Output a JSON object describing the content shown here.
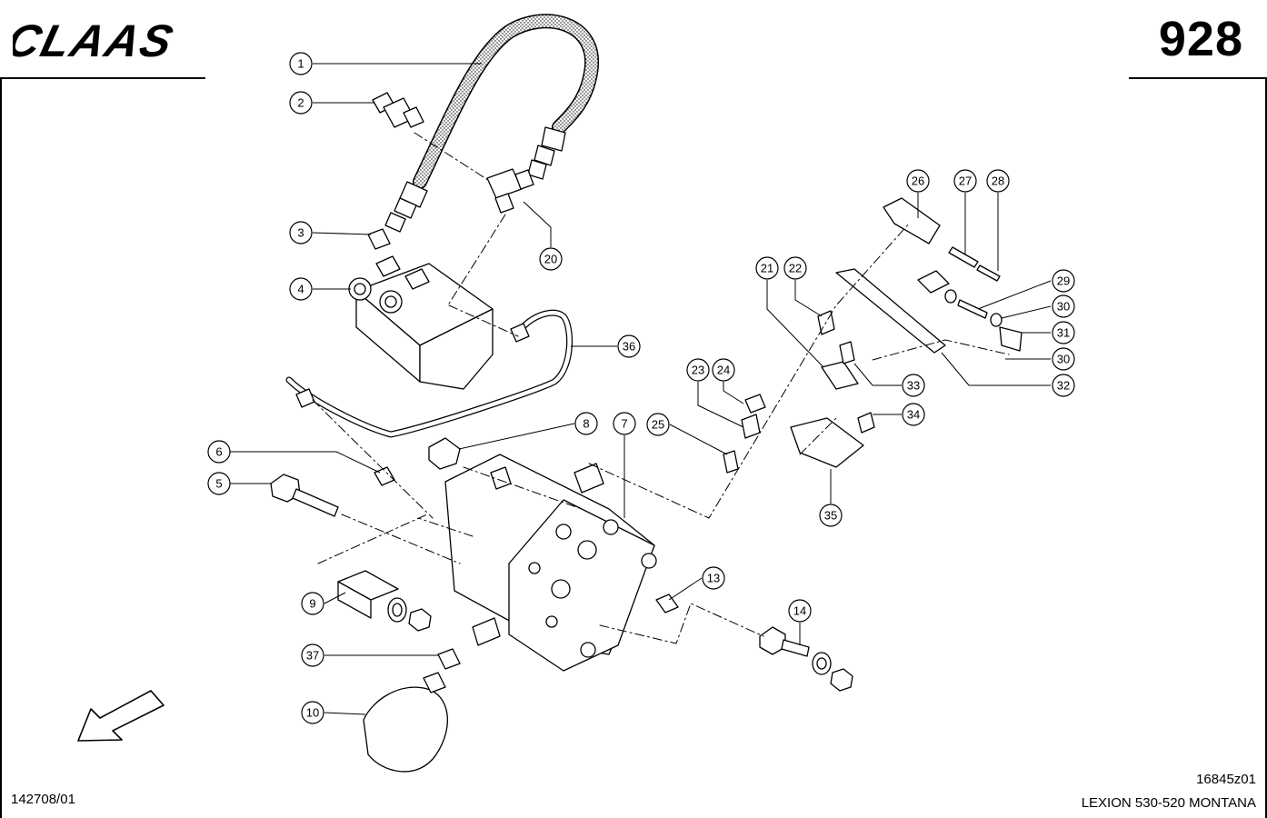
{
  "header": {
    "brand": "CLAAS",
    "page_number": "928"
  },
  "footer": {
    "doc_number": "142708/01",
    "drawing_id": "16845z01",
    "model": "LEXION 530-520 MONTANA"
  },
  "callouts": [
    {
      "id": "c1",
      "label": "1"
    },
    {
      "id": "c2",
      "label": "2"
    },
    {
      "id": "c3",
      "label": "3"
    },
    {
      "id": "c4",
      "label": "4"
    },
    {
      "id": "c5",
      "label": "5"
    },
    {
      "id": "c6",
      "label": "6"
    },
    {
      "id": "c7",
      "label": "7"
    },
    {
      "id": "c8",
      "label": "8"
    },
    {
      "id": "c9",
      "label": "9"
    },
    {
      "id": "c10",
      "label": "10"
    },
    {
      "id": "c13",
      "label": "13"
    },
    {
      "id": "c14",
      "label": "14"
    },
    {
      "id": "c20",
      "label": "20"
    },
    {
      "id": "c21",
      "label": "21"
    },
    {
      "id": "c22",
      "label": "22"
    },
    {
      "id": "c23",
      "label": "23"
    },
    {
      "id": "c24",
      "label": "24"
    },
    {
      "id": "c25",
      "label": "25"
    },
    {
      "id": "c26",
      "label": "26"
    },
    {
      "id": "c27",
      "label": "27"
    },
    {
      "id": "c28",
      "label": "28"
    },
    {
      "id": "c29",
      "label": "29"
    },
    {
      "id": "c30a",
      "label": "30"
    },
    {
      "id": "c31",
      "label": "31"
    },
    {
      "id": "c30b",
      "label": "30"
    },
    {
      "id": "c32",
      "label": "32"
    },
    {
      "id": "c33",
      "label": "33"
    },
    {
      "id": "c34",
      "label": "34"
    },
    {
      "id": "c35",
      "label": "35"
    },
    {
      "id": "c36",
      "label": "36"
    },
    {
      "id": "c37",
      "label": "37"
    }
  ],
  "icons": {
    "direction_arrow": "arrow-down-left-icon"
  }
}
